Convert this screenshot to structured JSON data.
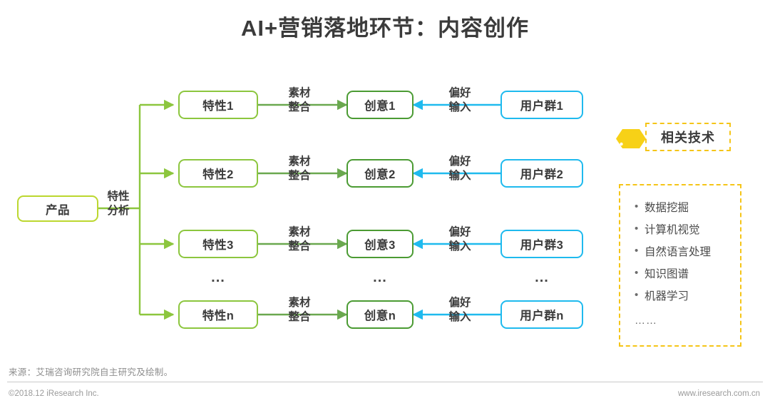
{
  "title": "AI+营销落地环节：内容创作",
  "colors": {
    "feature_border": "#8cc63e",
    "idea_border": "#4b9b33",
    "user_border": "#1fbaee",
    "product_border": "#bcd72f",
    "green_line": "#6aa84f",
    "light_green_line": "#8cc63e",
    "blue_line": "#1fbaee",
    "accent_yellow": "#f5c518",
    "text": "#3b3b3b"
  },
  "diagram": {
    "root": {
      "label": "产品"
    },
    "root_edge_label": {
      "line1": "特性",
      "line2": "分析"
    },
    "rows": [
      {
        "feature": "特性1",
        "mid_edge": {
          "line1": "素材",
          "line2": "整合"
        },
        "idea": "创意1",
        "right_edge": {
          "line1": "偏好",
          "line2": "输入"
        },
        "user": "用户群1"
      },
      {
        "feature": "特性2",
        "mid_edge": {
          "line1": "素材",
          "line2": "整合"
        },
        "idea": "创意2",
        "right_edge": {
          "line1": "偏好",
          "line2": "输入"
        },
        "user": "用户群2"
      },
      {
        "feature": "特性3",
        "mid_edge": {
          "line1": "素材",
          "line2": "整合"
        },
        "idea": "创意3",
        "right_edge": {
          "line1": "偏好",
          "line2": "输入"
        },
        "user": "用户群3"
      },
      {
        "feature": "特性n",
        "mid_edge": {
          "line1": "素材",
          "line2": "整合"
        },
        "idea": "创意n",
        "right_edge": {
          "line1": "偏好",
          "line2": "输入"
        },
        "user": "用户群n"
      }
    ],
    "ellipsis": {
      "feature_col": "...",
      "idea_col": "...",
      "user_col": "..."
    }
  },
  "tech_panel": {
    "icon": "tag-icon",
    "title": "相关技术",
    "items": [
      "数据挖掘",
      "计算机视觉",
      "自然语言处理",
      "知识图谱",
      "机器学习"
    ],
    "bullet": "•",
    "more": "……"
  },
  "footer": {
    "source": "来源：艾瑞咨询研究院自主研究及绘制。",
    "copyright": "©2018.12 iResearch Inc.",
    "url": "www.iresearch.com.cn"
  }
}
